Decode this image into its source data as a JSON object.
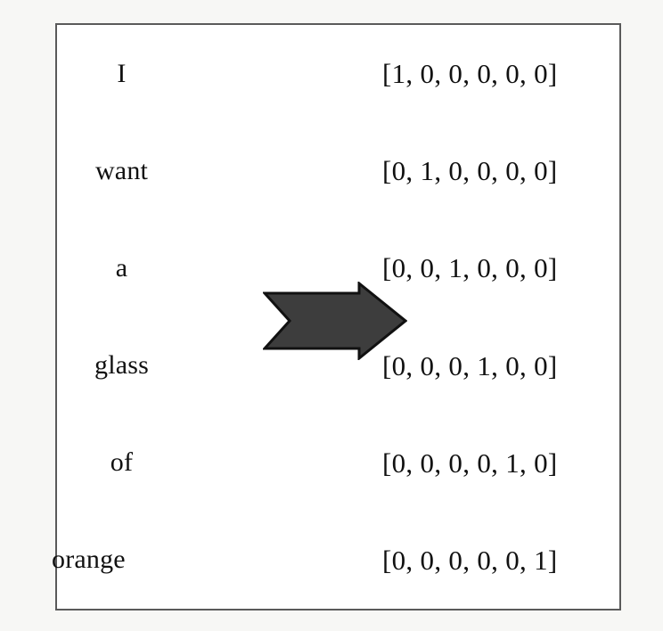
{
  "figure": {
    "background_color": "#f7f7f5",
    "panel_background": "#ffffff",
    "border_color": "#5a5a5a",
    "text_color": "#111111",
    "arrow_fill": "#3d3d3d",
    "arrow_stroke": "#111111"
  },
  "rows": [
    {
      "word": "I",
      "vector": "[1, 0, 0, 0, 0, 0]"
    },
    {
      "word": "want",
      "vector": "[0, 1, 0, 0, 0, 0]"
    },
    {
      "word": "a",
      "vector": "[0, 0, 1, 0, 0, 0]"
    },
    {
      "word": "glass",
      "vector": "[0, 0, 0, 1, 0, 0]"
    },
    {
      "word": "of",
      "vector": "[0, 0, 0, 0, 1, 0]"
    },
    {
      "word": "orange",
      "vector": "[0, 0, 0, 0, 0, 1]"
    }
  ],
  "chart_data": {
    "type": "table",
    "title": "",
    "categories": [
      "I",
      "want",
      "a",
      "glass",
      "of",
      "orange"
    ],
    "series": [
      {
        "name": "I",
        "values": [
          1,
          0,
          0,
          0,
          0,
          0
        ]
      },
      {
        "name": "want",
        "values": [
          0,
          1,
          0,
          0,
          0,
          0
        ]
      },
      {
        "name": "a",
        "values": [
          0,
          0,
          1,
          0,
          0,
          0
        ]
      },
      {
        "name": "glass",
        "values": [
          0,
          0,
          0,
          1,
          0,
          0
        ]
      },
      {
        "name": "of",
        "values": [
          0,
          0,
          0,
          0,
          1,
          0
        ]
      },
      {
        "name": "orange",
        "values": [
          0,
          0,
          0,
          0,
          0,
          1
        ]
      }
    ],
    "xlabel": "",
    "ylabel": "",
    "legend": []
  },
  "arrow": {
    "direction": "right",
    "label": ""
  }
}
